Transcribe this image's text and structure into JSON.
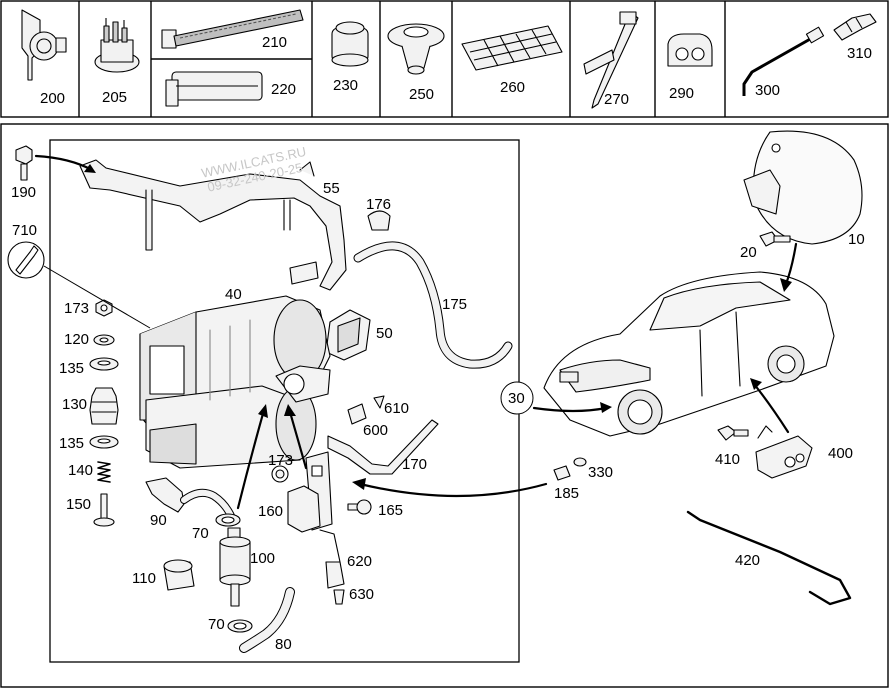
{
  "watermark": {
    "site": "WWW.ILCATS.RU",
    "phone": "09-32-240-20-25"
  },
  "header_parts": [
    {
      "key": "p200",
      "label": "200"
    },
    {
      "key": "p205",
      "label": "205"
    },
    {
      "key": "p210",
      "label": "210"
    },
    {
      "key": "p220",
      "label": "220"
    },
    {
      "key": "p230",
      "label": "230"
    },
    {
      "key": "p250",
      "label": "250"
    },
    {
      "key": "p260",
      "label": "260"
    },
    {
      "key": "p270",
      "label": "270"
    },
    {
      "key": "p290",
      "label": "290"
    },
    {
      "key": "p300",
      "label": "300"
    },
    {
      "key": "p310",
      "label": "310"
    }
  ],
  "callouts": {
    "c190": "190",
    "c710": "710",
    "c40": "40",
    "c55": "55",
    "c176": "176",
    "c175": "175",
    "c50": "50",
    "c173a": "173",
    "c120": "120",
    "c135a": "135",
    "c130": "130",
    "c135b": "135",
    "c140": "140",
    "c150": "150",
    "c90": "90",
    "c70a": "70",
    "c100": "100",
    "c110": "110",
    "c70b": "70",
    "c80": "80",
    "c173b": "173",
    "c160": "160",
    "c165": "165",
    "c620": "620",
    "c630": "630",
    "c610": "610",
    "c600": "600",
    "c170": "170",
    "c30": "30",
    "c185": "185",
    "c330": "330",
    "c20": "20",
    "c10": "10",
    "c410": "410",
    "c400": "400",
    "c420": "420"
  }
}
